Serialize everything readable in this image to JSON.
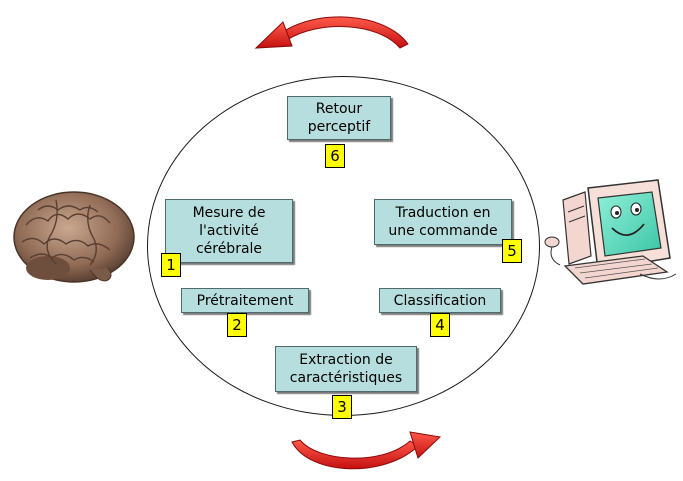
{
  "steps": [
    {
      "number": "1",
      "lines": [
        "Mesure de",
        "l'activité",
        "cérébrale"
      ]
    },
    {
      "number": "2",
      "lines": [
        "Prétraitement"
      ]
    },
    {
      "number": "3",
      "lines": [
        "Extraction de",
        "caractéristiques"
      ]
    },
    {
      "number": "4",
      "lines": [
        "Classification"
      ]
    },
    {
      "number": "5",
      "lines": [
        "Traduction en",
        "une commande"
      ]
    },
    {
      "number": "6",
      "lines": [
        "Retour",
        "perceptif"
      ]
    }
  ],
  "images": {
    "left": "brain-image",
    "right": "computer-cartoon-image"
  },
  "colors": {
    "box_fill": "#b7dede",
    "number_fill": "#ffff00",
    "arrow_red": "#e31b1b"
  }
}
